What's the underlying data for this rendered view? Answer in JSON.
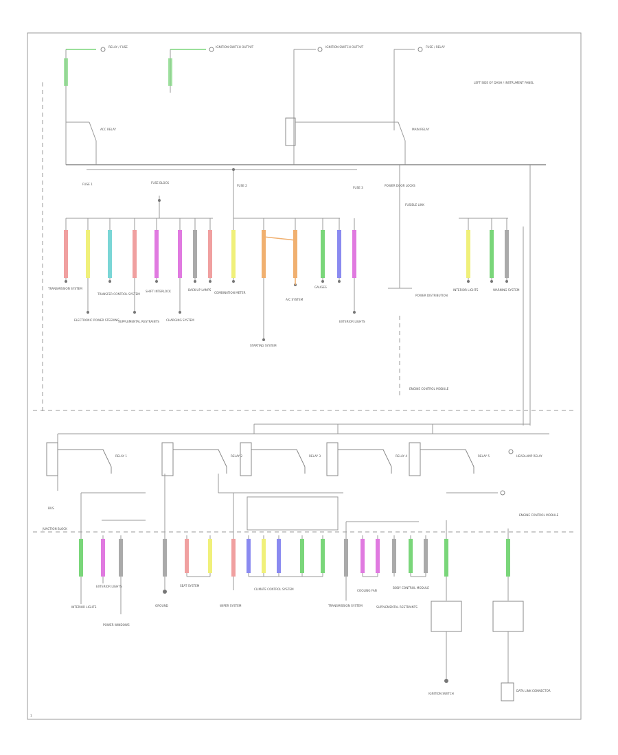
{
  "diagram": {
    "page_number": "1",
    "top_labels": [
      "RELAY / FUSE",
      "IGNITION SWITCH OUTPUT",
      "IGNITION SWITCH OUTPUT",
      "FUSE / RELAY"
    ],
    "corner_label": "LEFT SIDE OF DASH / INSTRUMENT PANEL",
    "relay_labels": [
      "ACC RELAY",
      "MAIN RELAY"
    ],
    "fuse_group_labels": [
      "FUSE 1",
      "FUSE BLOCK",
      "FUSE 2",
      "FUSE 3"
    ],
    "upper_destinations": [
      "TRANSMISSION SYSTEM",
      "ELECTRONIC POWER STEERING",
      "TRANSFER CONTROL SYSTEM",
      "SUPPLEMENTAL RESTRAINTS",
      "SHIFT INTERLOCK",
      "CHARGING SYSTEM",
      "BACK-UP LAMPS",
      "COMBINATION METER",
      "STARTING SYSTEM",
      "A/C SYSTEM",
      "GAUGES",
      "EXTERIOR LIGHTS",
      "INTERIOR LIGHTS",
      "WARNING SYSTEM",
      "POWER DOOR LOCKS"
    ],
    "right_labels": [
      "FUSIBLE LINK",
      "POWER DISTRIBUTION",
      "ENGINE CONTROL MODULE"
    ],
    "bottom_relay_labels": [
      "RELAY 1",
      "RELAY 2",
      "RELAY 3",
      "RELAY 4",
      "RELAY 5",
      "HEADLAMP RELAY"
    ],
    "lower_destinations": [
      "INTERIOR LIGHTS",
      "EXTERIOR LIGHTS",
      "POWER WINDOWS",
      "GROUND",
      "SEAT SYSTEM",
      "WIPER SYSTEM",
      "CLIMATE CONTROL SYSTEM",
      "TRANSMISSION SYSTEM",
      "COOLING FAN",
      "SUPPLEMENTAL RESTRAINTS",
      "BODY CONTROL MODULE",
      "ENGINE CONTROL MODULE"
    ],
    "lower_left_labels": [
      "BUS",
      "JUNCTION BLOCK"
    ],
    "bottom_right_labels": [
      "IGNITION SWITCH",
      "DATA LINK CONNECTOR"
    ],
    "wire_colors": {
      "green": "#7ad67a",
      "yellow": "#f0f07a",
      "cyan": "#7ad6d6",
      "pink": "#f0a0a0",
      "magenta": "#e07ae0",
      "orange": "#f0b070",
      "blue": "#8a8af0",
      "gray": "#aaaaaa"
    }
  }
}
